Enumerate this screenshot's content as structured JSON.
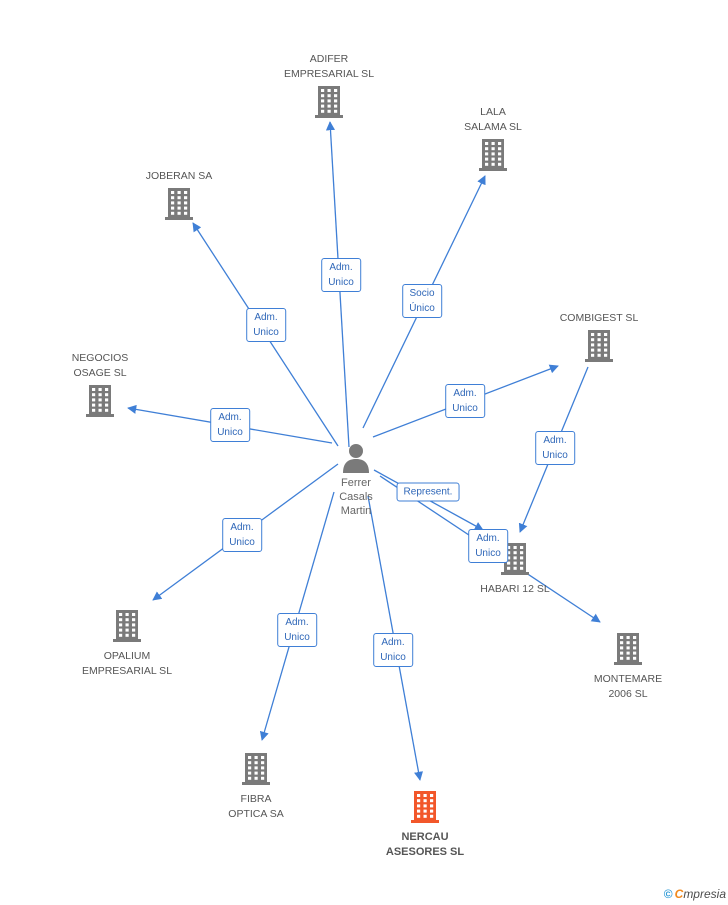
{
  "person": {
    "name": "Ferrer\nCasals\nMartin",
    "icon": "person-icon"
  },
  "companies": [
    {
      "id": "adifer",
      "label": "ADIFER\nEMPRESARIAL SL",
      "icon": "building-icon"
    },
    {
      "id": "lala",
      "label": "LALA\nSALAMA SL",
      "icon": "building-icon"
    },
    {
      "id": "joberan",
      "label": "JOBERAN SA",
      "icon": "building-icon"
    },
    {
      "id": "combigest",
      "label": "COMBIGEST SL",
      "icon": "building-icon"
    },
    {
      "id": "negocios",
      "label": "NEGOCIOS\nOSAGE SL",
      "icon": "building-icon"
    },
    {
      "id": "habari",
      "label": "HABARI 12 SL",
      "icon": "building-icon"
    },
    {
      "id": "montemare",
      "label": "MONTEMARE\n2006 SL",
      "icon": "building-icon"
    },
    {
      "id": "opalium",
      "label": "OPALIUM\nEMPRESARIAL SL",
      "icon": "building-icon"
    },
    {
      "id": "fibra",
      "label": "FIBRA\nOPTICA SA",
      "icon": "building-icon"
    },
    {
      "id": "nercau",
      "label": "NERCAU\nASESORES SL",
      "icon": "building-icon",
      "highlight": true
    }
  ],
  "relations": [
    {
      "from": "person",
      "to": "adifer",
      "label": "Adm.\nUnico"
    },
    {
      "from": "person",
      "to": "lala",
      "label": "Socio\nÚnico"
    },
    {
      "from": "person",
      "to": "joberan",
      "label": "Adm.\nUnico"
    },
    {
      "from": "person",
      "to": "combigest",
      "label": "Adm.\nUnico"
    },
    {
      "from": "person",
      "to": "negocios",
      "label": "Adm.\nUnico"
    },
    {
      "from": "person",
      "to": "habari",
      "label": "Represent."
    },
    {
      "from": "person",
      "to": "montemare",
      "label": "Adm.\nUnico"
    },
    {
      "from": "combigest",
      "to": "habari",
      "label": "Adm.\nUnico"
    },
    {
      "from": "person",
      "to": "opalium",
      "label": "Adm.\nUnico"
    },
    {
      "from": "person",
      "to": "fibra",
      "label": "Adm.\nUnico"
    },
    {
      "from": "person",
      "to": "nercau",
      "label": "Adm.\nUnico"
    }
  ],
  "colors": {
    "edge": "#3f7fd6",
    "building": "#7a7a7a",
    "building_highlight": "#f2572a",
    "person": "#7a7a7a"
  },
  "footer": {
    "copyright": "©",
    "brand_e": "C",
    "brand_rest": "mpresia"
  }
}
